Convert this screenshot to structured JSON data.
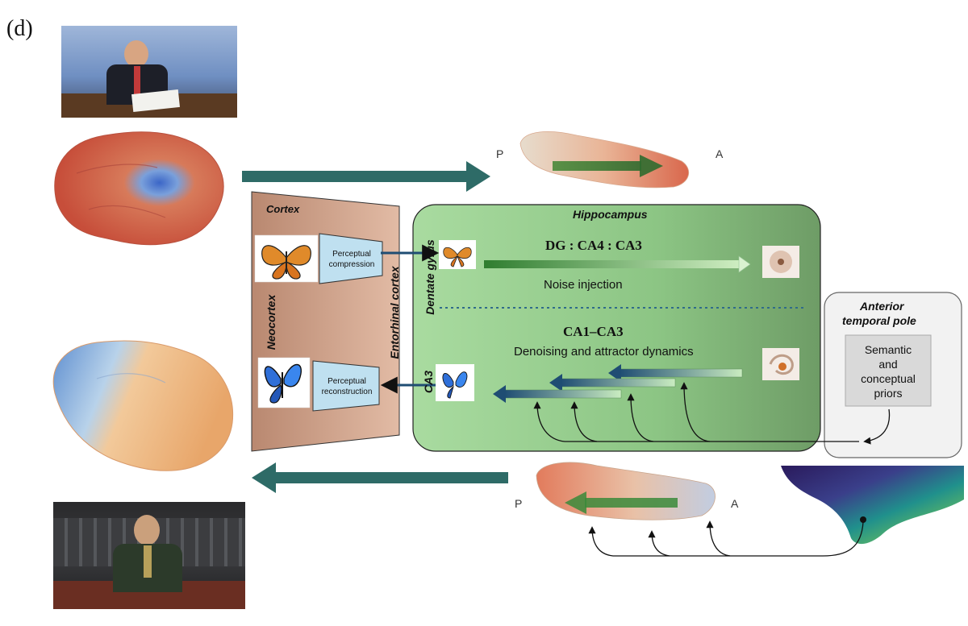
{
  "panel_label": "(d)",
  "cortex": {
    "title": "Cortex",
    "neocortex": "Neocortex",
    "entorhinal": "Entorhinal cortex",
    "compression": "Perceptual\ncompression",
    "reconstruction": "Perceptual\nreconstruction"
  },
  "hippocampus": {
    "title": "Hippocampus",
    "dentate": "Dentate gyrus",
    "ca3_label": "CA3",
    "dg_heading": "DG : CA4 : CA3",
    "noise": "Noise injection",
    "ca1_heading": "CA1–CA3",
    "denoise": "Denoising and attractor dynamics"
  },
  "atp": {
    "title_line1": "Anterior",
    "title_line2": "temporal pole",
    "priors": "Semantic\nand\nconceptual\npriors"
  },
  "axis": {
    "p_top": "P",
    "a_top": "A",
    "p_bottom": "P",
    "a_bottom": "A"
  },
  "colors": {
    "teal_arrow": "#2e6b67",
    "hippo_green": "#8fc98a",
    "cortex_tan": "#c79a82",
    "compression_box": "#bfe0f0"
  }
}
